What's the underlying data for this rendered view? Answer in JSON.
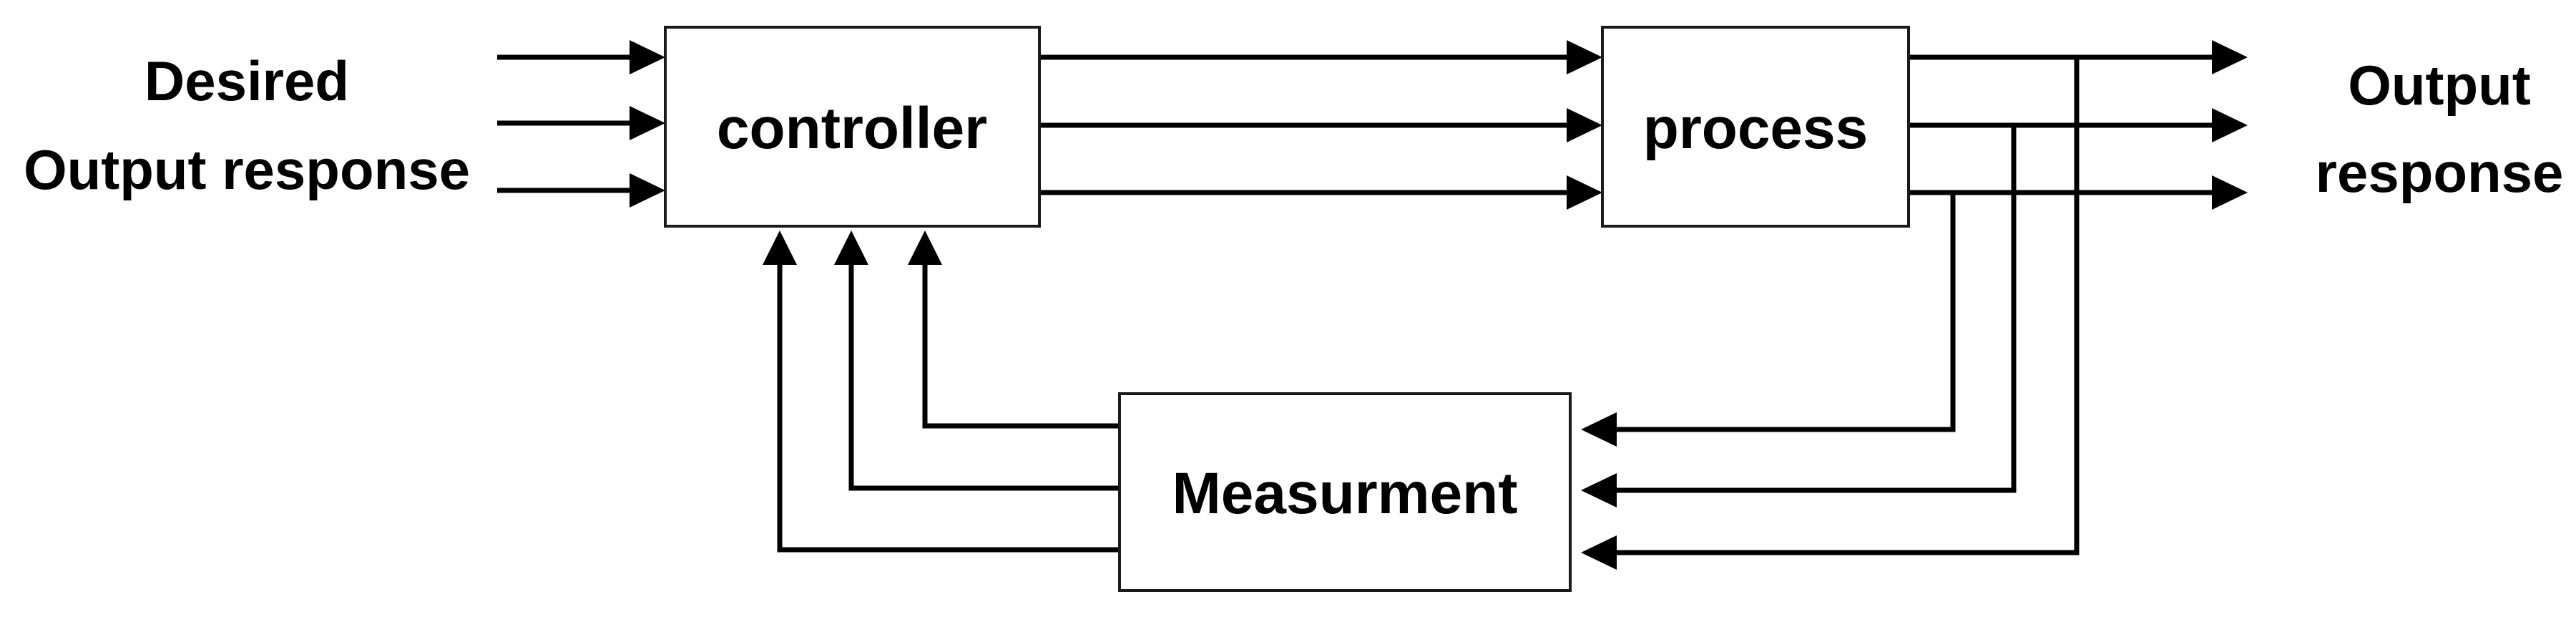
{
  "input_label": {
    "line1": "Desired",
    "line2": "Output response"
  },
  "output_label": {
    "line1": "Output",
    "line2": "response"
  },
  "blocks": {
    "controller": "controller",
    "process": "process",
    "measurement": "Measurment"
  },
  "colors": {
    "line": "#000000",
    "block_border": "#1a1a1a",
    "background": "#ffffff"
  }
}
